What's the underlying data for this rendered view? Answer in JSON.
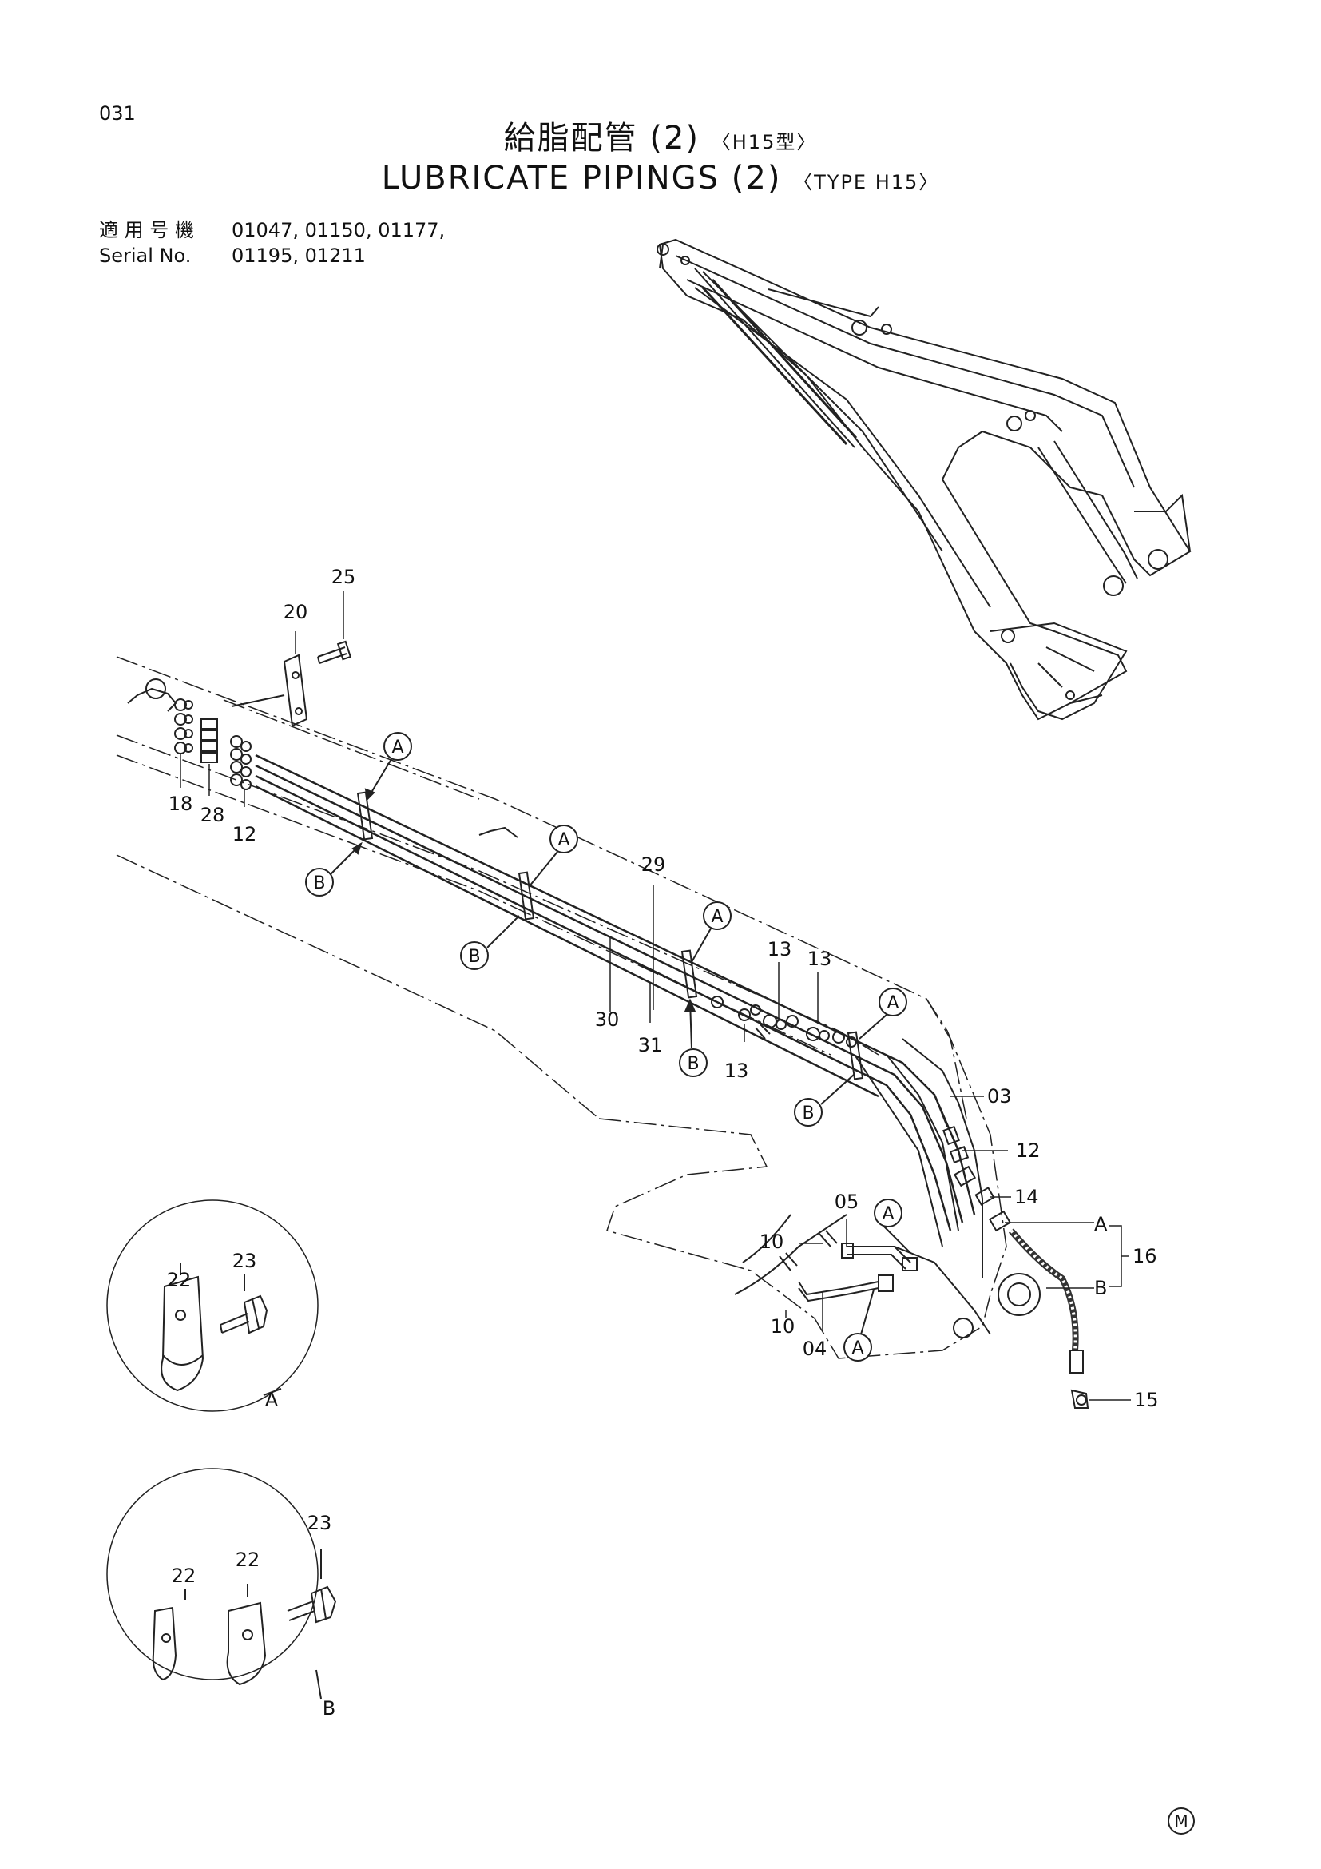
{
  "page_number": "031",
  "title": {
    "ja": "給脂配管 (2)",
    "ja_suffix": "〈H15型〉",
    "en": "LUBRICATE PIPINGS (2)",
    "en_suffix": "〈TYPE H15〉"
  },
  "serial": {
    "label_ja": "適 用 号 機",
    "label_en": "Serial No.",
    "line1": "01047, 01150, 01177,",
    "line2": "01195, 01211"
  },
  "callouts": {
    "p20": "20",
    "p25": "25",
    "p18": "18",
    "p28": "28",
    "p12a": "12",
    "p29": "29",
    "p30": "30",
    "p31": "31",
    "p13a": "13",
    "p13b": "13",
    "p13c": "13",
    "p03": "03",
    "p12b": "12",
    "p14": "14",
    "pA": "A",
    "pB": "B",
    "p16": "16",
    "p05": "05",
    "p10a": "10",
    "p10b": "10",
    "p04": "04",
    "p15": "15",
    "detA_23": "23",
    "detA_22": "22",
    "detA_label": "A",
    "detB_23": "23",
    "detB_22a": "22",
    "detB_22b": "22",
    "detB_label": "B"
  },
  "clip_markers": {
    "a": "A",
    "b": "B"
  },
  "footer_mark": "M"
}
